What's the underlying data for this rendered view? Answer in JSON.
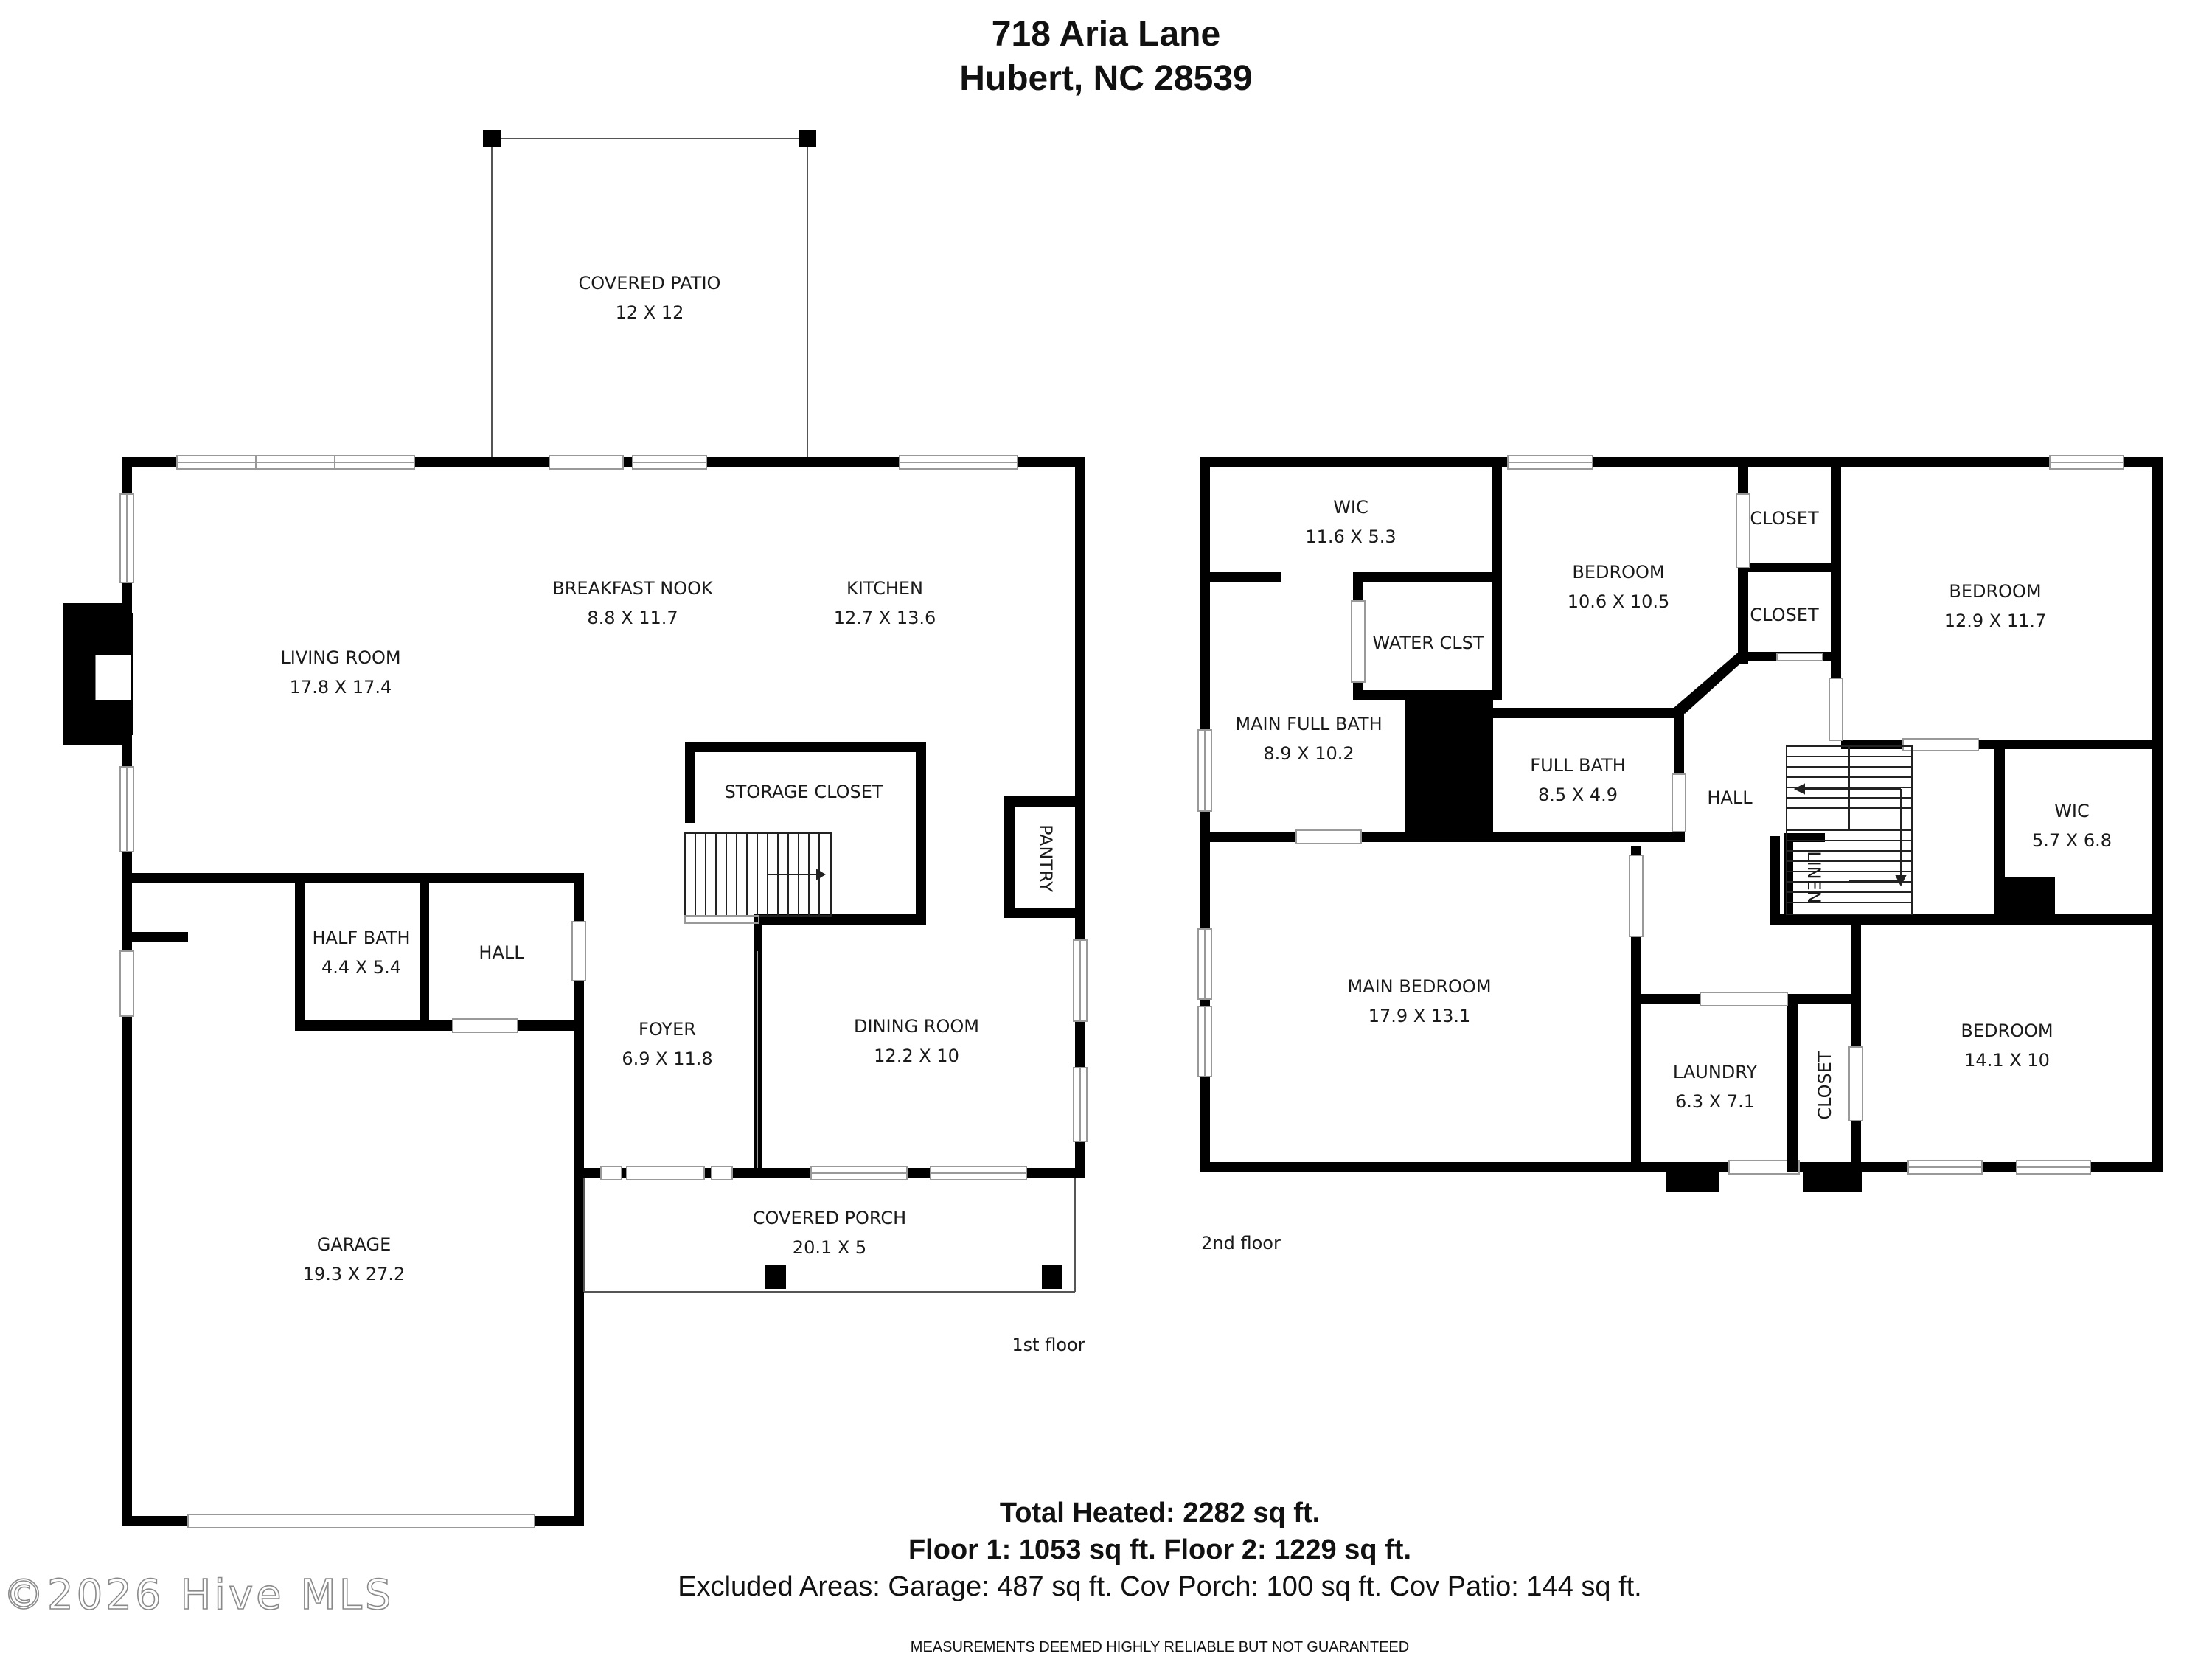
{
  "header": {
    "street": "718 Aria Lane",
    "city": "Hubert, NC 28539"
  },
  "floor1": {
    "label": "1st floor",
    "rooms": {
      "covered_patio": {
        "name": "COVERED PATIO",
        "dims": "12 X 12"
      },
      "breakfast_nook": {
        "name": "BREAKFAST NOOK",
        "dims": "8.8 X 11.7"
      },
      "kitchen": {
        "name": "KITCHEN",
        "dims": "12.7 X 13.6"
      },
      "living_room": {
        "name": "LIVING ROOM",
        "dims": "17.8 X 17.4"
      },
      "storage_closet": {
        "name": "STORAGE CLOSET"
      },
      "pantry": {
        "name": "PANTRY"
      },
      "half_bath": {
        "name": "HALF BATH",
        "dims": "4.4 X 5.4"
      },
      "hall": {
        "name": "HALL"
      },
      "foyer": {
        "name": "FOYER",
        "dims": "6.9 X 11.8"
      },
      "dining_room": {
        "name": "DINING ROOM",
        "dims": "12.2 X 10"
      },
      "covered_porch": {
        "name": "COVERED PORCH",
        "dims": "20.1 X 5"
      },
      "garage": {
        "name": "GARAGE",
        "dims": "19.3 X 27.2"
      }
    }
  },
  "floor2": {
    "label": "2nd floor",
    "rooms": {
      "wic_main": {
        "name": "WIC",
        "dims": "11.6 X 5.3"
      },
      "bedroom_a": {
        "name": "BEDROOM",
        "dims": "10.6 X 10.5"
      },
      "closet_a": {
        "name": "CLOSET"
      },
      "closet_b": {
        "name": "CLOSET"
      },
      "bedroom_b": {
        "name": "BEDROOM",
        "dims": "12.9 X 11.7"
      },
      "water_clst": {
        "name": "WATER CLST"
      },
      "main_full_bath": {
        "name": "MAIN FULL BATH",
        "dims": "8.9 X 10.2"
      },
      "full_bath": {
        "name": "FULL BATH",
        "dims": "8.5 X 4.9"
      },
      "hall": {
        "name": "HALL"
      },
      "wic_b": {
        "name": "WIC",
        "dims": "5.7 X 6.8"
      },
      "linen": {
        "name": "LINEN"
      },
      "main_bedroom": {
        "name": "MAIN BEDROOM",
        "dims": "17.9 X 13.1"
      },
      "laundry": {
        "name": "LAUNDRY",
        "dims": "6.3 X 7.1"
      },
      "closet_c": {
        "name": "CLOSET"
      },
      "bedroom_c": {
        "name": "BEDROOM",
        "dims": "14.1 X 10"
      }
    }
  },
  "summary": {
    "total_heated": "Total Heated: 2282 sq ft.",
    "floors": "Floor 1: 1053 sq ft. Floor 2: 1229 sq ft.",
    "excluded": "Excluded Areas: Garage: 487 sq ft. Cov Porch: 100 sq ft. Cov Patio: 144 sq ft."
  },
  "disclaimer": "MEASUREMENTS DEEMED HIGHLY RELIABLE BUT NOT GUARANTEED",
  "watermark": "©2026 Hive MLS",
  "colors": {
    "wall": "#000000",
    "background": "#ffffff",
    "window_line": "#9a9a9a",
    "watermark": "#8a8a8a"
  }
}
